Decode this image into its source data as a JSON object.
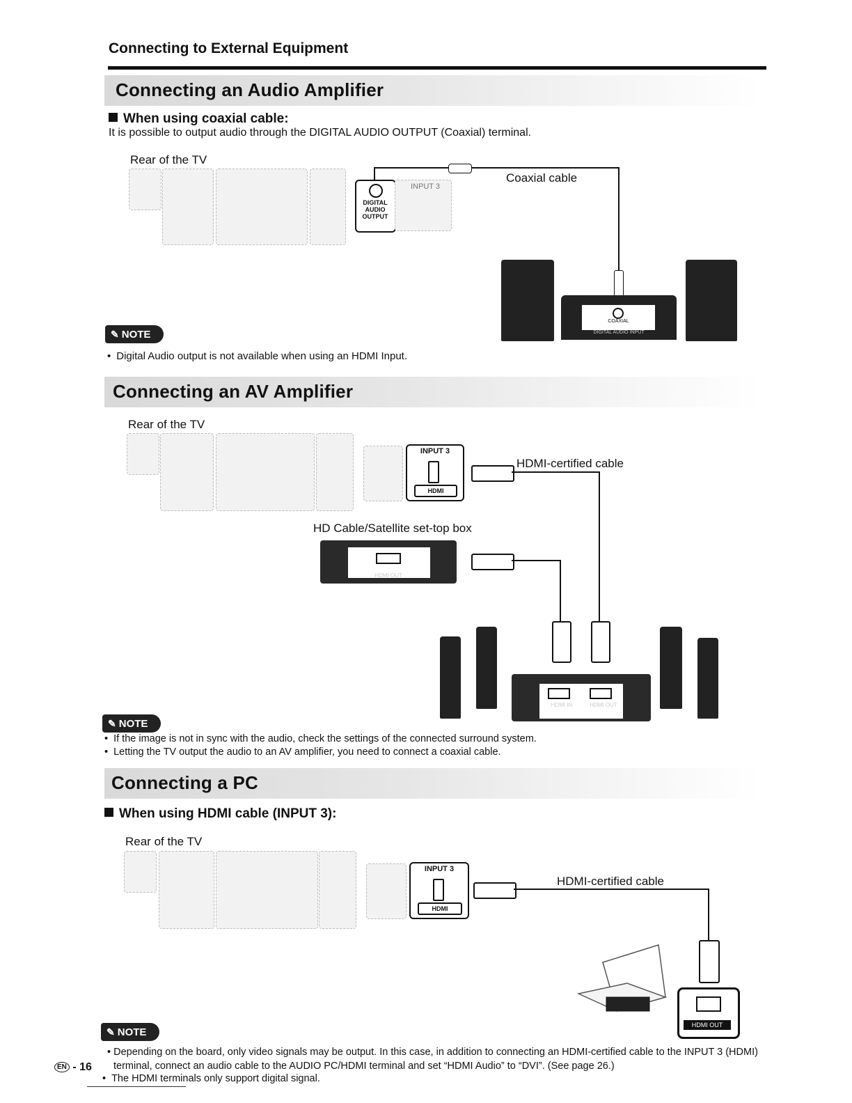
{
  "header": {
    "title": "Connecting to External Equipment"
  },
  "section1": {
    "title": "Connecting an Audio Amplifier",
    "subhead": "When using coaxial cable:",
    "intro": "It is possible to output audio through the DIGITAL AUDIO OUTPUT (Coaxial) terminal.",
    "rear_label": "Rear of the TV",
    "cable_label": "Coaxial cable",
    "terminal_label": "DIGITAL AUDIO OUTPUT",
    "input3_label": "INPUT 3",
    "amp_label_top": "COAXIAL",
    "amp_label_bottom": "DIGITAL AUDIO INPUT",
    "note_label": "NOTE",
    "notes": [
      "Digital Audio output is not available when using an HDMI Input."
    ]
  },
  "section2": {
    "title": "Connecting an AV Amplifier",
    "rear_label": "Rear of the TV",
    "cable_label": "HDMI-certified cable",
    "input3_label": "INPUT 3",
    "stb_label": "HD Cable/Satellite set-top box",
    "stb_port": "HDMI OUT",
    "amp_in": "HDMI IN",
    "amp_out": "HDMI OUT",
    "note_label": "NOTE",
    "notes": [
      "If the image is not in sync with the audio, check the settings of the connected surround system.",
      "Letting the TV output the audio to an AV amplifier, you need to connect a coaxial cable."
    ]
  },
  "section3": {
    "title": "Connecting a PC",
    "subhead": "When using HDMI cable (INPUT 3):",
    "rear_label": "Rear of the TV",
    "cable_label": "HDMI-certified cable",
    "input3_label": "INPUT 3",
    "pc_port": "HDMI OUT",
    "note_label": "NOTE",
    "notes": [
      "Depending on the board, only video signals may be output. In this case, in addition to connecting an HDMI-certified cable to the INPUT 3 (HDMI) terminal, connect an audio cable to the AUDIO PC/HDMI terminal and set “HDMI Audio” to “DVI”. (See page 26.)",
      "The HDMI terminals only support digital signal."
    ]
  },
  "footer": {
    "page": "- 16",
    "lang": "EN"
  }
}
